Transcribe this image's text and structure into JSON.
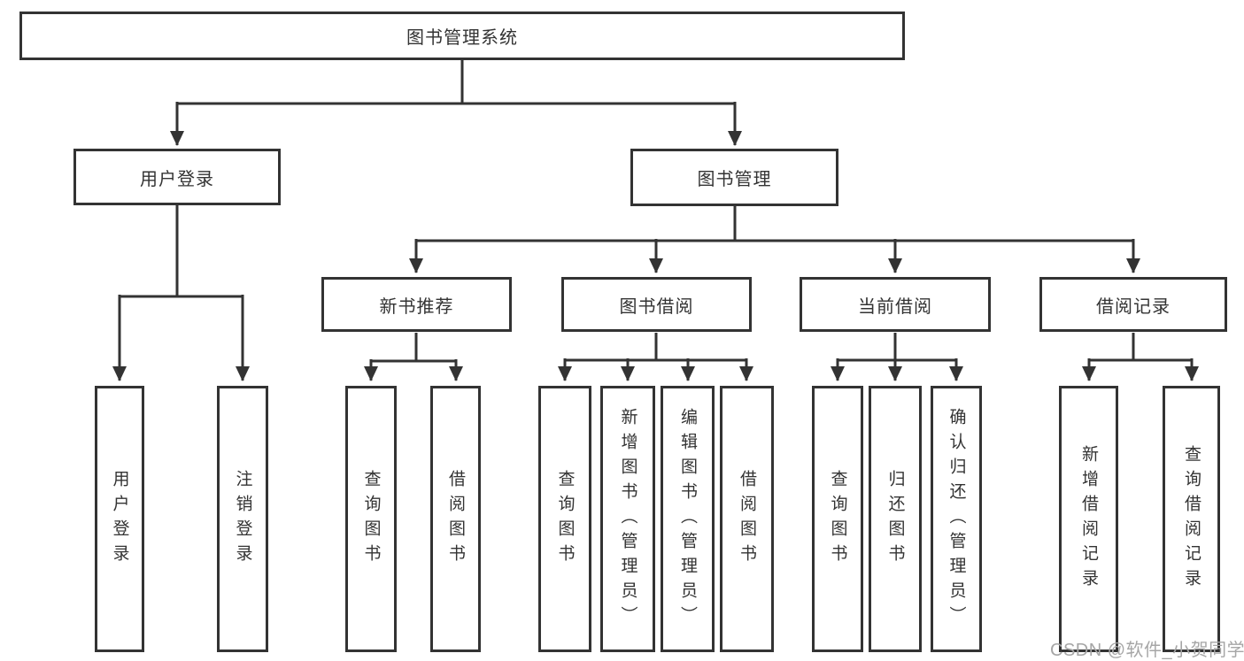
{
  "diagram_title": "图书管理系统",
  "tree": {
    "label": "图书管理系统",
    "children": [
      {
        "label": "用户登录",
        "children": [
          {
            "label": "用户登录"
          },
          {
            "label": "注销登录"
          }
        ]
      },
      {
        "label": "图书管理",
        "children": [
          {
            "label": "新书推荐",
            "children": [
              {
                "label": "查询图书"
              },
              {
                "label": "借阅图书"
              }
            ]
          },
          {
            "label": "图书借阅",
            "children": [
              {
                "label": "查询图书"
              },
              {
                "label": "新增图书（管理员）"
              },
              {
                "label": "编辑图书（管理员）"
              },
              {
                "label": "借阅图书"
              }
            ]
          },
          {
            "label": "当前借阅",
            "children": [
              {
                "label": "查询图书"
              },
              {
                "label": "归还图书"
              },
              {
                "label": "确认归还（管理员）"
              }
            ]
          },
          {
            "label": "借阅记录",
            "children": [
              {
                "label": "新增借阅记录"
              },
              {
                "label": "查询借阅记录"
              }
            ]
          }
        ]
      }
    ]
  },
  "line_color": "#333333",
  "watermark": "CSDN @软件_小贺同学"
}
